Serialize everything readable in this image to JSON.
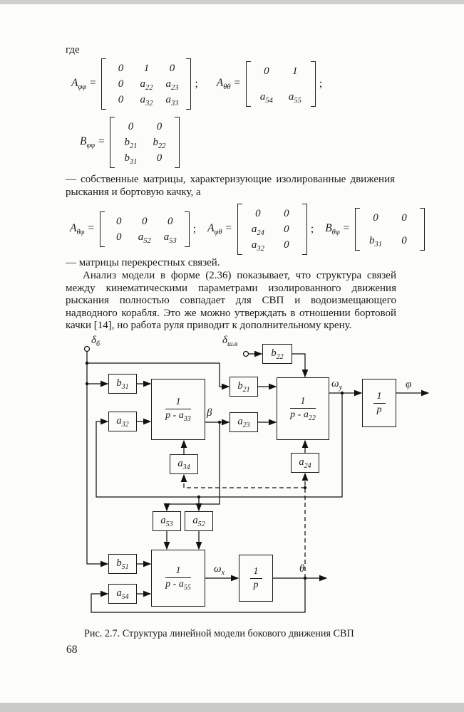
{
  "page": {
    "number": "68",
    "where": "где",
    "caption": "Рис. 2.7. Структура линейной модели бокового движения СВП"
  },
  "matrices": {
    "aff": {
      "label": "A_{φφ} =",
      "rows": [
        [
          "0",
          "1",
          "0"
        ],
        [
          "0",
          "a_{22}",
          "a_{23}"
        ],
        [
          "0",
          "a_{32}",
          "a_{33}"
        ]
      ],
      "after": ";"
    },
    "att": {
      "label": "A_{θθ} =",
      "rows": [
        [
          "0",
          "1"
        ],
        [
          "a_{54}",
          "a_{55}"
        ]
      ],
      "after": ";"
    },
    "bff": {
      "label": "B_{φφ} =",
      "rows": [
        [
          "0",
          "0"
        ],
        [
          "b_{21}",
          "b_{22}"
        ],
        [
          "b_{31}",
          "0"
        ]
      ],
      "after": ""
    },
    "note_own": "— собственные матрицы, характеризующие изолированные движения рыскания и бортовую качку, а",
    "atf": {
      "label": "A_{θφ} =",
      "rows": [
        [
          "0",
          "0",
          "0"
        ],
        [
          "0",
          "a_{52}",
          "a_{53}"
        ]
      ],
      "after": ";"
    },
    "aft": {
      "label": "A_{φθ} =",
      "rows": [
        [
          "0",
          "0"
        ],
        [
          "a_{24}",
          "0"
        ],
        [
          "a_{32}",
          "0"
        ]
      ],
      "after": ";"
    },
    "btf": {
      "label": "B_{θφ} =",
      "rows": [
        [
          "0",
          "0"
        ],
        [
          "b_{31}",
          "0"
        ]
      ],
      "after": ""
    },
    "note_cross": "— матрицы перекрестных связей."
  },
  "paragraph": "Анализ модели в форме (2.36) показывает, что структура связей между кинематическими параметрами изолированного движения рыскания полностью совпадает для СВП и водоизмещающего надводного корабля. Это же можно утверждать в отношении бортовой качки [14], но работа руля приводит к дополнительному крену.",
  "diagram": {
    "sources": {
      "delta_rudder": "δ_{б}",
      "delta_shv": "δ_{ш.в}"
    },
    "gains": {
      "b31": "b_{31}",
      "a32": "a_{32}",
      "b21": "b_{21}",
      "a23": "a_{23}",
      "b22": "b_{22}",
      "a34": "a_{34}",
      "a24": "a_{24}",
      "a53": "a_{53}",
      "a52": "a_{52}",
      "b51": "b_{51}",
      "a54": "a_{54}"
    },
    "tf": {
      "yaw_beta": {
        "num": "1",
        "den": "p - a_{33}"
      },
      "yaw_rate": {
        "num": "1",
        "den": "p - a_{22}"
      },
      "roll_rate": {
        "num": "1",
        "den": "p - a_{55}"
      },
      "int_top": {
        "num": "1",
        "den": "p"
      },
      "int_bottom": {
        "num": "1",
        "den": "p"
      }
    },
    "signals": {
      "beta": "β",
      "omega_y": "ω_{у}",
      "phi": "φ",
      "omega_x": "ω_{х}",
      "theta": "θ"
    }
  }
}
